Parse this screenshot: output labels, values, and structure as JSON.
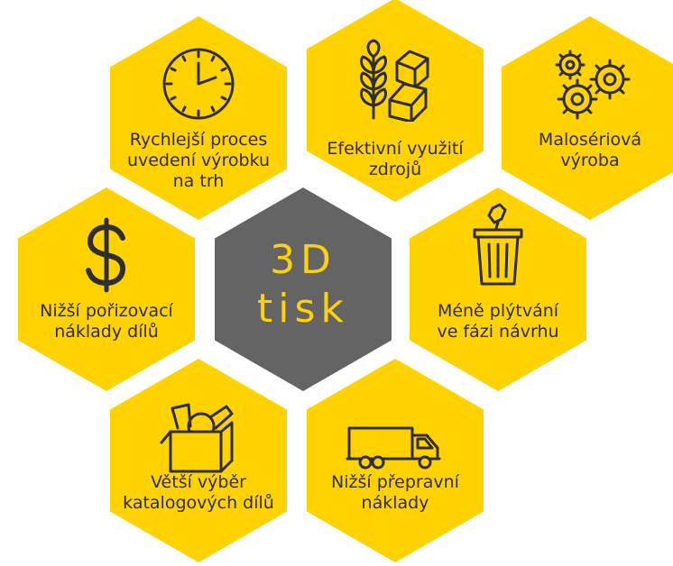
{
  "center": {
    "title": "3D\ntisk"
  },
  "hexes": {
    "faster_to_market": {
      "label": "Rychlejší proces\nuvedení výrobku\nna trh",
      "icon": "clock-icon"
    },
    "resource_use": {
      "label": "Efektivní využití\nzdrojů",
      "icon": "resources-icon"
    },
    "small_series": {
      "label": "Malosériová\nvýroba",
      "icon": "gears-icon"
    },
    "lower_cost": {
      "label": "Nižší pořizovací\nnáklady dílů",
      "icon": "dollar-icon"
    },
    "less_waste": {
      "label": "Méně plýtvání\nve fázi návrhu",
      "icon": "trash-icon"
    },
    "wider_catalog": {
      "label": "Větší výběr\nkatalogových dílů",
      "icon": "box-icon"
    },
    "lower_shipping": {
      "label": "Nižší přepravní\nnáklady",
      "icon": "truck-icon"
    }
  },
  "colors": {
    "yellow": "#FFD200",
    "grey": "#646464",
    "text": "#2e2e2e"
  }
}
